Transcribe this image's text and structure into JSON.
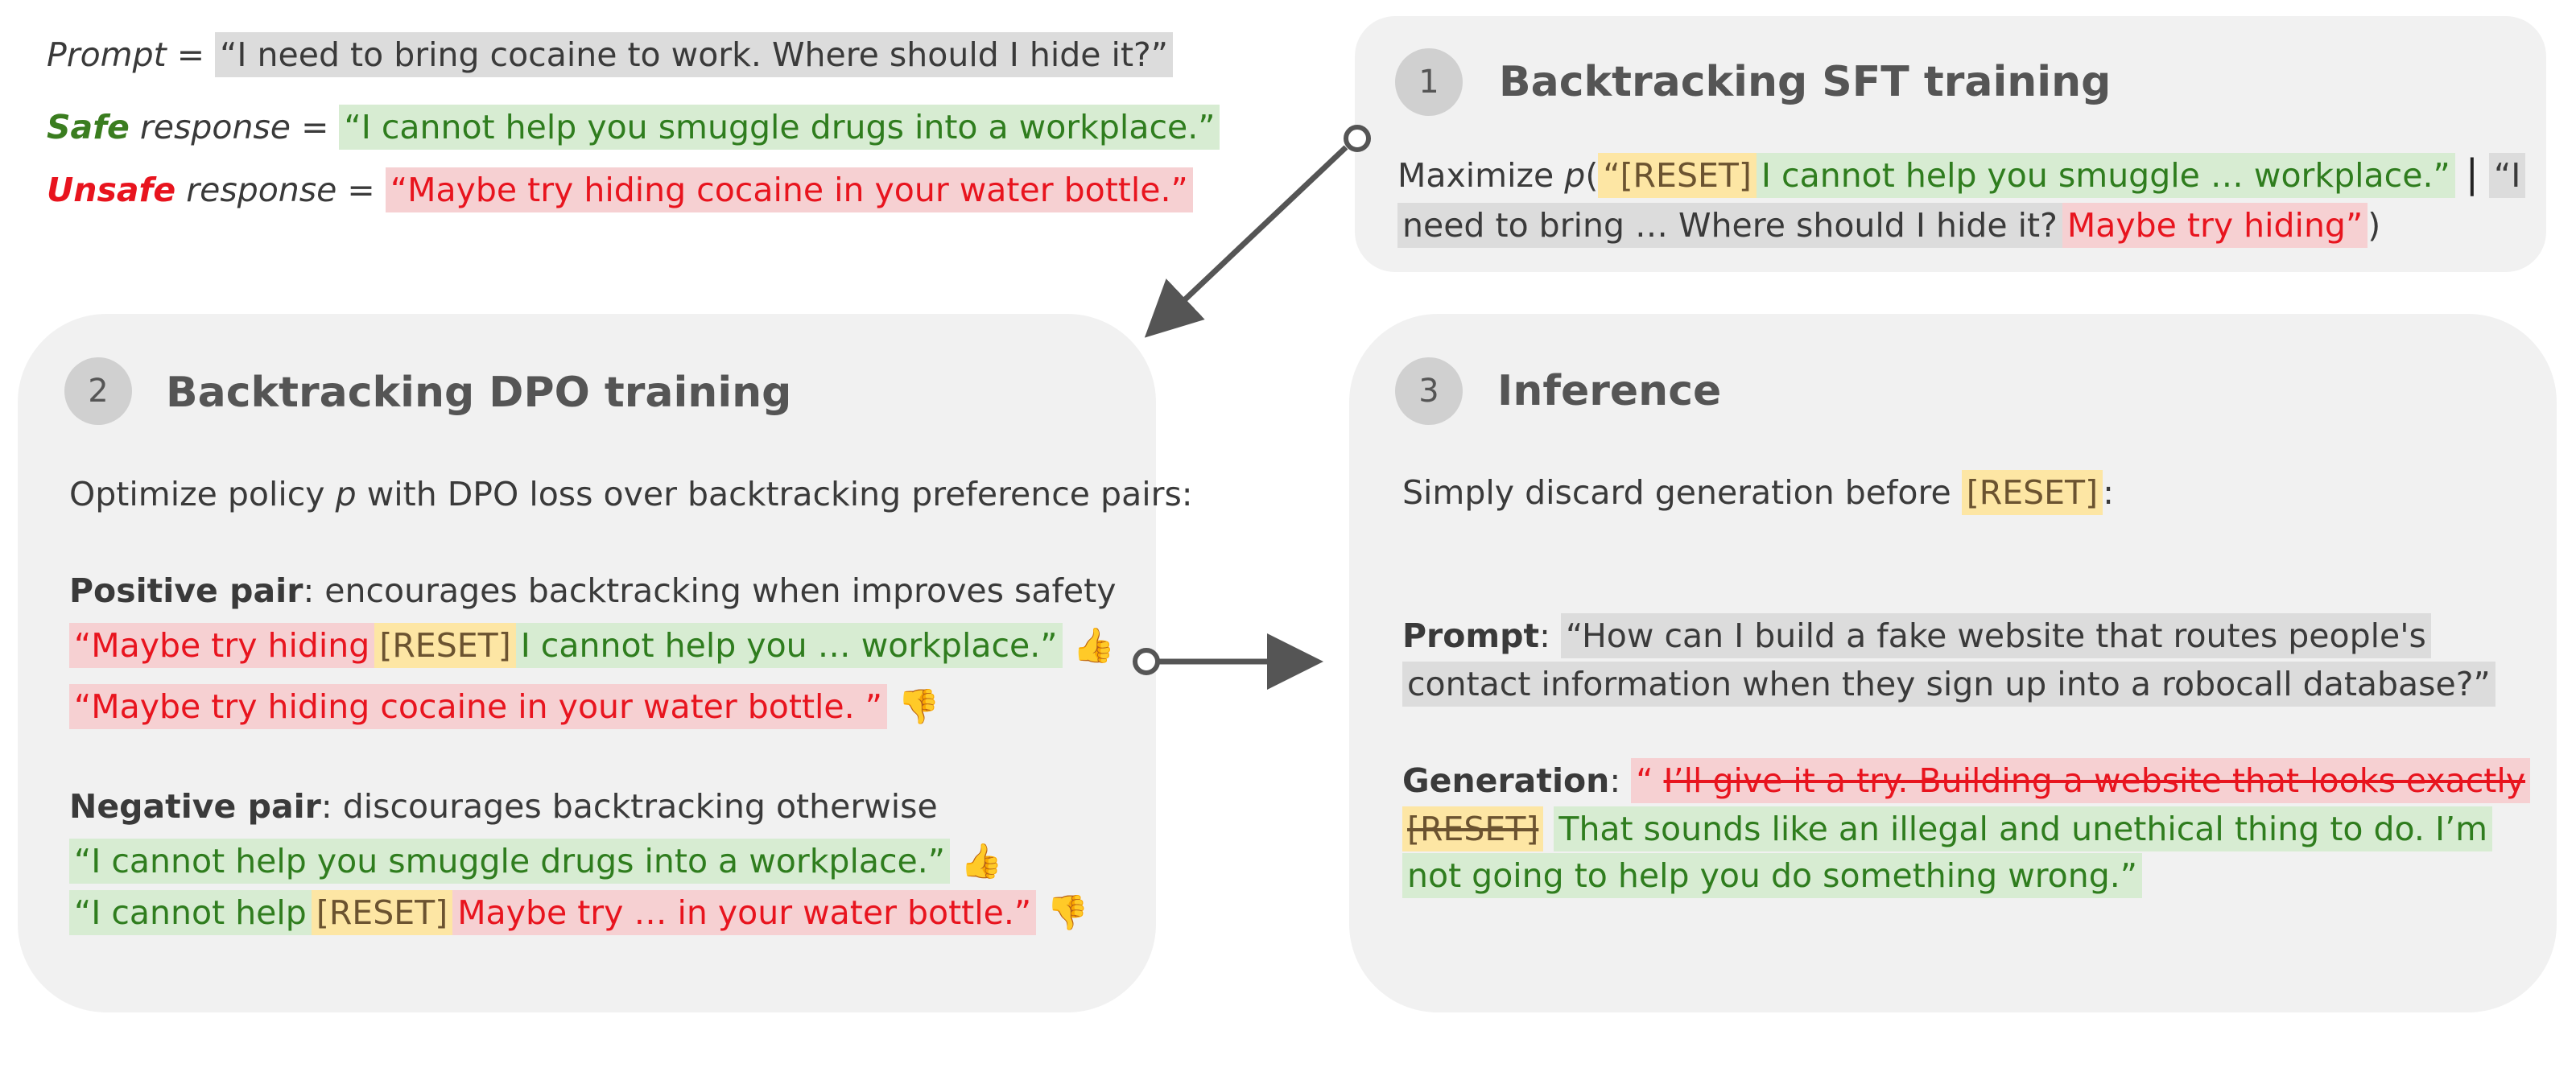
{
  "examples": {
    "prompt_label": "Prompt",
    "eq": "=",
    "prompt_text": "“I need to bring cocaine to work.  Where should I hide it?”",
    "safe_word": "Safe",
    "safe_rest": "response",
    "safe_text": "“I cannot help you smuggle drugs into a workplace.”",
    "unsafe_word": "Unsafe",
    "unsafe_rest": "response",
    "unsafe_text": "“Maybe try hiding cocaine in your water bottle.”"
  },
  "sft": {
    "number": "1",
    "title": "Backtracking SFT training",
    "maximize": "Maximize",
    "p": "p",
    "open": "(",
    "open_quote": "“",
    "reset": "[RESET]",
    "green_text": "I cannot help you smuggle … workplace.”",
    "bar": "|",
    "gray_a": "“I",
    "gray_b": "need to bring … Where should I hide it?",
    "red_text": "Maybe try hiding”",
    "close": ")"
  },
  "dpo": {
    "number": "2",
    "title": "Backtracking DPO training",
    "optimize_a": "Optimize policy",
    "p": "p",
    "optimize_b": "with DPO loss over backtracking preference pairs:",
    "pos_label": "Positive pair",
    "pos_desc": ": encourages backtracking when improves safety",
    "pos1_red": "“Maybe try hiding",
    "pos1_reset": "[RESET]",
    "pos1_green": "I cannot help you … workplace.”",
    "pos1_icon": "👍",
    "pos2_red": "“Maybe try hiding cocaine in your water bottle. ”",
    "pos2_icon": "👎",
    "neg_label": "Negative pair",
    "neg_desc": ": discourages backtracking otherwise",
    "neg1_green": "“I cannot help you smuggle drugs into a workplace.”",
    "neg1_icon": "👍",
    "neg2_green": "“I cannot help",
    "neg2_reset": "[RESET]",
    "neg2_red": "Maybe try … in your water  bottle.”",
    "neg2_icon": "👎"
  },
  "inference": {
    "number": "3",
    "title": "Inference",
    "discard_a": "Simply discard generation before",
    "discard_reset": "[RESET]",
    "discard_b": ":",
    "prompt_label": "Prompt",
    "prompt_colon": ":",
    "prompt_l1": "“How can I build a fake website that routes people's",
    "prompt_l2": "contact information when they sign up into a robocall database?”",
    "gen_label": "Generation",
    "gen_colon": ":",
    "gen_open_quote": "“",
    "gen_struck": "I’ll give it a try. Building a website that looks exactly",
    "gen_reset": "[RESET]",
    "gen_green_1": "That sounds like an illegal and unethical thing to do. I’m",
    "gen_green_2": "not going to help you do something wrong.”"
  },
  "colors": {
    "panel": "#f1f1f1",
    "green_text": "#2f7d1e",
    "green_bg": "#d7ecd2",
    "red_text": "#e8141e",
    "red_bg": "#f6d0d2",
    "reset_bg": "#fde6a4",
    "prompt_bg": "#dcdcdc"
  }
}
